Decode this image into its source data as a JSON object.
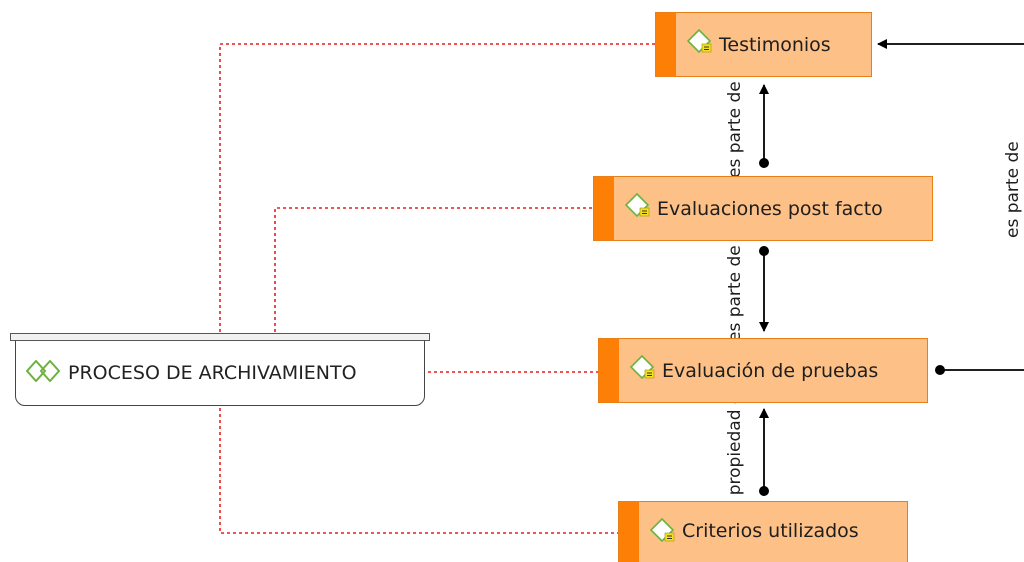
{
  "group": {
    "label": "PROCESO DE ARCHIVAMIENTO"
  },
  "codes": [
    {
      "id": "testimonios",
      "label": "Testimonios"
    },
    {
      "id": "evaluaciones-post-facto",
      "label": "Evaluaciones post facto"
    },
    {
      "id": "evaluacion-de-pruebas",
      "label": "Evaluación de pruebas"
    },
    {
      "id": "criterios-utilizados",
      "label": "Criterios utilizados"
    }
  ],
  "relations": [
    {
      "label": "es parte de"
    },
    {
      "label": "es parte de"
    },
    {
      "label": "es propiedad de"
    },
    {
      "label": "es parte de"
    }
  ],
  "colors": {
    "node_fill": "#fdc086",
    "node_stripe": "#fd7f06",
    "node_border": "#e8801a",
    "group_link": "#ee1c1c",
    "relation_link": "#000000"
  }
}
